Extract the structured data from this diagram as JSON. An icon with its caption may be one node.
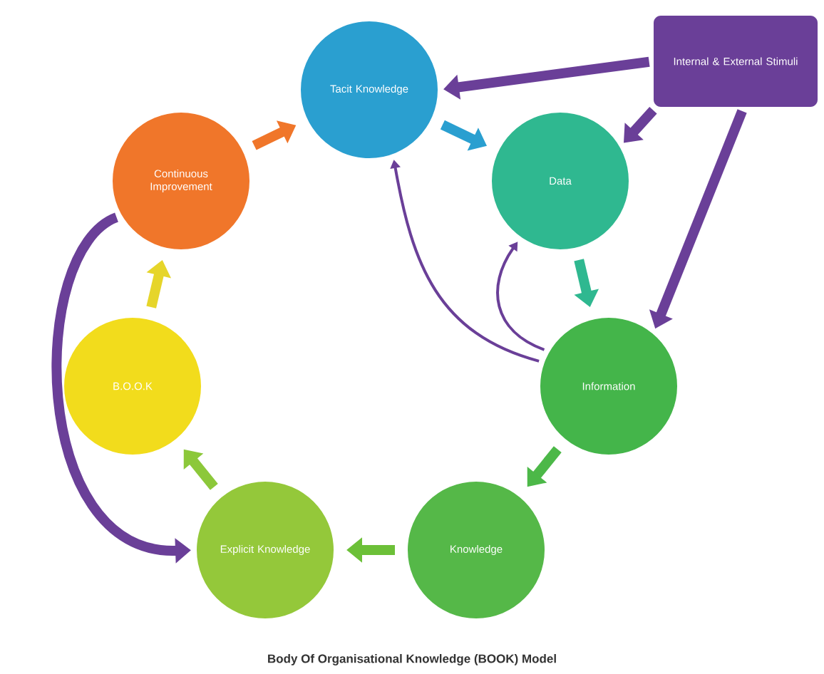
{
  "diagram": {
    "caption": "Body Of Organisational Knowledge (BOOK) Model",
    "nodes": [
      {
        "text": [
          "Tacit Knowledge"
        ]
      },
      {
        "text": [
          "Internal & External Stimuli"
        ]
      },
      {
        "text": [
          "Continuous Improvement"
        ]
      },
      {
        "text": [
          "Data"
        ]
      },
      {
        "text": [
          "B.O.O.K"
        ]
      },
      {
        "text": [
          "Information"
        ]
      },
      {
        "text": [
          "Explicit Knowledge"
        ]
      },
      {
        "text": [
          "Knowledge"
        ]
      }
    ],
    "edges": [
      {
        "from": 2,
        "to": 0,
        "arrow": "to",
        "color": "#f0762a"
      },
      {
        "from": 0,
        "to": 3,
        "arrow": "to",
        "color": "#2a9fd0"
      },
      {
        "from": 3,
        "to": 5,
        "arrow": "to",
        "color": "#2fb890"
      },
      {
        "from": 5,
        "to": 7,
        "arrow": "to",
        "color": "#4cb848"
      },
      {
        "from": 7,
        "to": 6,
        "arrow": "to",
        "color": "#6cc038"
      },
      {
        "from": 6,
        "to": 4,
        "arrow": "to",
        "color": "#8cc83a"
      },
      {
        "from": 4,
        "to": 2,
        "arrow": "to",
        "color": "#e6d52a"
      },
      {
        "from": 1,
        "to": 0,
        "arrow": "to",
        "color": "#6a3f98"
      },
      {
        "from": 1,
        "to": 3,
        "arrow": "to",
        "color": "#6a3f98"
      },
      {
        "from": 1,
        "to": 5,
        "arrow": "to",
        "color": "#6a3f98"
      },
      {
        "from": 2,
        "to": 6,
        "arrow": "to",
        "color": "#6a3f98"
      },
      {
        "from": 5,
        "to": 0,
        "arrow": "to",
        "color": "#6a3f98"
      },
      {
        "from": 5,
        "to": 3,
        "arrow": "to",
        "color": "#6a3f98"
      }
    ]
  }
}
